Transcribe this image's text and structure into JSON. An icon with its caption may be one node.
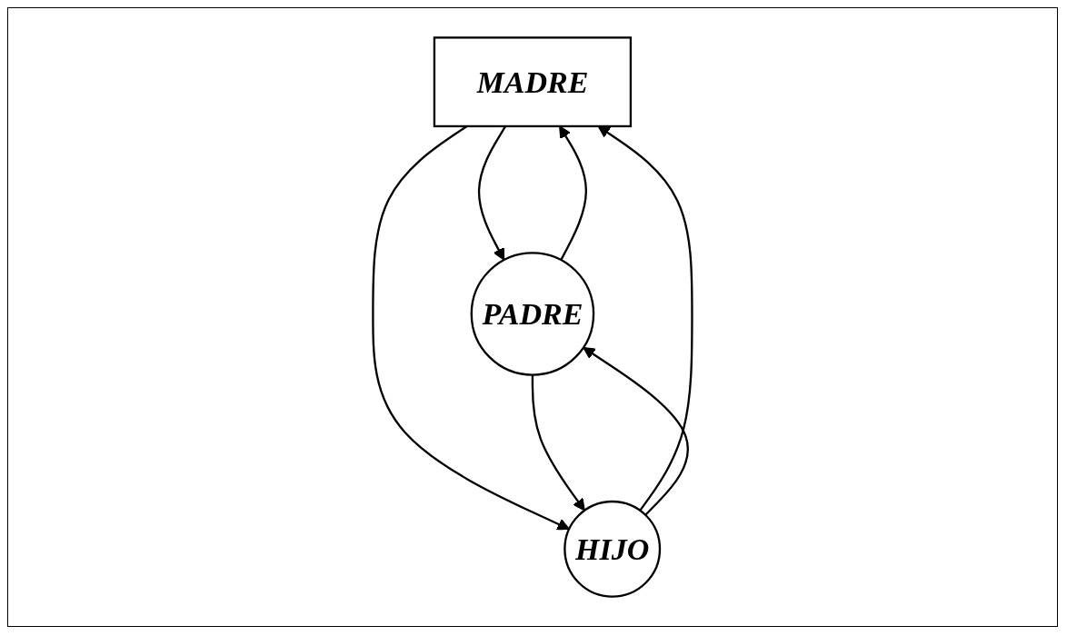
{
  "diagram": {
    "nodes": [
      {
        "text": [
          "MADRE"
        ]
      },
      {
        "text": [
          "PADRE"
        ]
      },
      {
        "text": [
          "HIJO"
        ]
      }
    ],
    "edges": [
      {
        "from": 0,
        "to": 1,
        "arrow": "to"
      },
      {
        "from": 1,
        "to": 0,
        "arrow": "to"
      },
      {
        "from": 0,
        "to": 2,
        "arrow": "to"
      },
      {
        "from": 2,
        "to": 0,
        "arrow": "to"
      },
      {
        "from": 1,
        "to": 2,
        "arrow": "to"
      },
      {
        "from": 2,
        "to": 1,
        "arrow": "to"
      }
    ]
  }
}
